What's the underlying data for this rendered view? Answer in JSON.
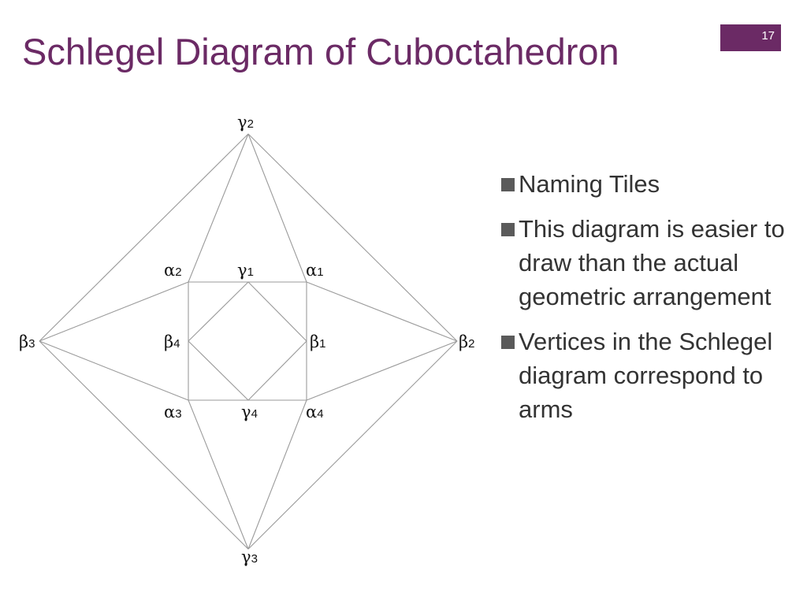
{
  "slide": {
    "title": "Schlegel Diagram of Cuboctahedron",
    "number": "17"
  },
  "colors": {
    "accent": "#6b2a65",
    "text": "#333333",
    "diagram_lines": "#9a9a9a"
  },
  "bullets": [
    {
      "text": "Naming Tiles"
    },
    {
      "text": "This diagram is easier to draw than the actual geometric arrangement"
    },
    {
      "text": "Vertices in the Schlegel diagram correspond to arms"
    }
  ],
  "diagram": {
    "vertices": [
      {
        "id": "g2",
        "symbol": "γ",
        "index": "2"
      },
      {
        "id": "a2",
        "symbol": "α",
        "index": "2"
      },
      {
        "id": "g1",
        "symbol": "γ",
        "index": "1"
      },
      {
        "id": "a1",
        "symbol": "α",
        "index": "1"
      },
      {
        "id": "b3",
        "symbol": "β",
        "index": "3"
      },
      {
        "id": "b4",
        "symbol": "β",
        "index": "4"
      },
      {
        "id": "b1",
        "symbol": "β",
        "index": "1"
      },
      {
        "id": "b2",
        "symbol": "β",
        "index": "2"
      },
      {
        "id": "a3",
        "symbol": "α",
        "index": "3"
      },
      {
        "id": "g4",
        "symbol": "γ",
        "index": "4"
      },
      {
        "id": "a4",
        "symbol": "α",
        "index": "4"
      },
      {
        "id": "g3",
        "symbol": "γ",
        "index": "3"
      }
    ],
    "edges": [
      [
        "g2",
        "b3"
      ],
      [
        "g2",
        "b2"
      ],
      [
        "g3",
        "b3"
      ],
      [
        "g3",
        "b2"
      ],
      [
        "g2",
        "a2"
      ],
      [
        "g2",
        "a1"
      ],
      [
        "g3",
        "a3"
      ],
      [
        "g3",
        "a4"
      ],
      [
        "b3",
        "a2"
      ],
      [
        "b3",
        "a3"
      ],
      [
        "b2",
        "a1"
      ],
      [
        "b2",
        "a4"
      ],
      [
        "a2",
        "a1"
      ],
      [
        "a1",
        "a4"
      ],
      [
        "a4",
        "a3"
      ],
      [
        "a3",
        "a2"
      ],
      [
        "g1",
        "b1"
      ],
      [
        "b1",
        "g4"
      ],
      [
        "g4",
        "b4"
      ],
      [
        "b4",
        "g1"
      ]
    ]
  }
}
